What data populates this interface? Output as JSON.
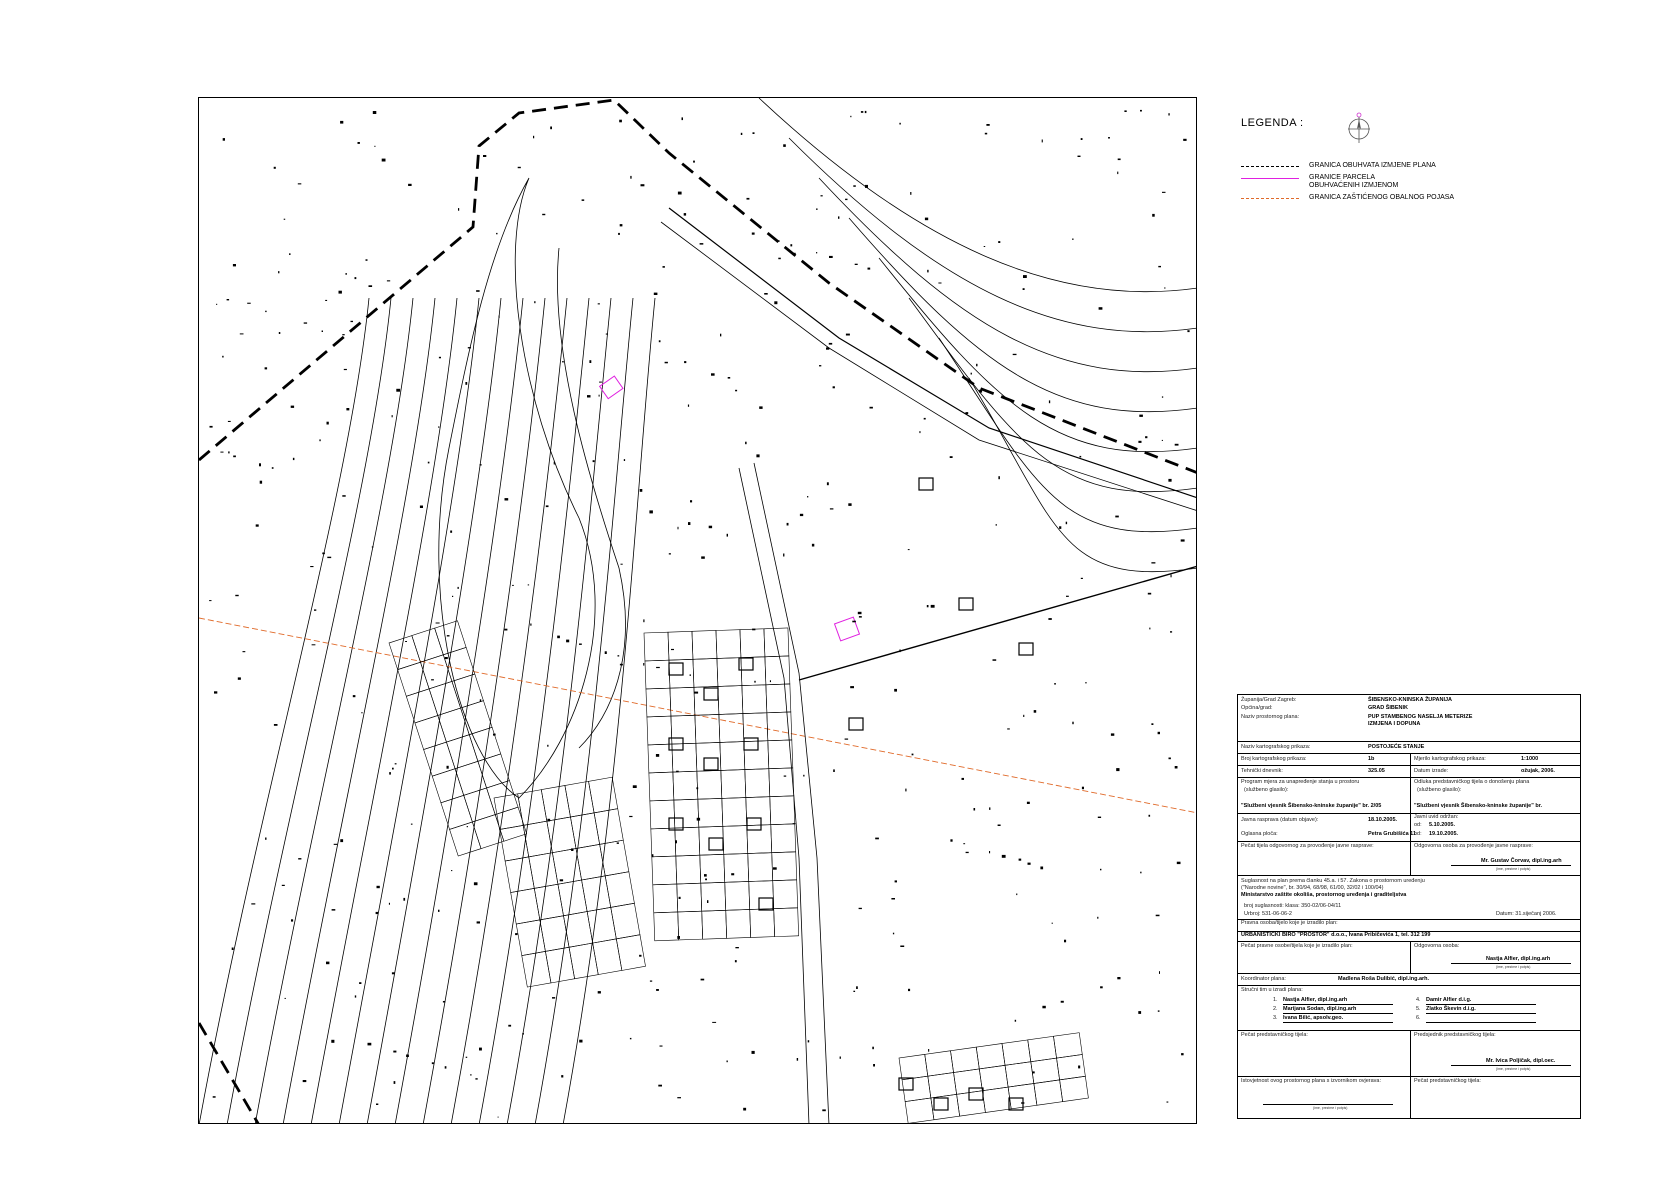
{
  "legend": {
    "title": "LEGENDA :",
    "items": [
      {
        "label": "GRANICA OBUHVATA IZMJENE PLANA",
        "label2": "",
        "color": "#000000"
      },
      {
        "label": "GRANICE PARCELA",
        "label2": "OBUHVAĆENIH IZMJENOM",
        "color": "#e020e0"
      },
      {
        "label": "GRANICA ZAŠTIĆENOG OBALNOG POJASA",
        "label2": "",
        "color": "#e06a2a"
      }
    ]
  },
  "title_block": {
    "zupanija_label": "Županija/Grad Zagreb:",
    "zupanija_value": "ŠIBENSKO-KNINSKA ŽUPANIJA",
    "opcina_label": "Općina/grad:",
    "opcina_value": "GRAD ŠIBENIK",
    "naziv_plana_label": "Naziv prostornog plana:",
    "naziv_plana_value1": "PUP STAMBENOG NASELJA METERIZE",
    "naziv_plana_value2": "IZMJENA I DOPUNA",
    "naziv_prikaza_label": "Naziv kartografskog prikaza:",
    "naziv_prikaza_value": "POSTOJEĆE STANJE",
    "broj_prikaza_label": "Broj kartografskog prikaza:",
    "broj_prikaza_value": "1b",
    "mjerilo_label": "Mjerilo kartografskog prikaza:",
    "mjerilo_value": "1:1000",
    "tehnicki_label": "Tehnički dnevnik:",
    "tehnicki_value": "325.05",
    "datum_izrade_label": "Datum izrade:",
    "datum_izrade_value": "ožujak, 2006.",
    "program_label": "Program mjera za unapređenje stanja u prostoru",
    "program_sub": "(službeno glasilo):",
    "program_value": "\"Službeni vjesnik Šibensko-kninske županije\" br. 2/05",
    "odluka_label": "Odluka predstavničkog tijela o donošenju plana",
    "odluka_sub": "(službeno glasilo):",
    "odluka_value": "\"Službeni vjesnik Šibensko-kninske županije\" br.",
    "javna_label": "Javna rasprava (datum objave):",
    "javna_value": "18.10.2005.",
    "javni_uvid_label": "Javni uvid održan:",
    "od_label": "od:",
    "od_value": "5.10.2005.",
    "do_label": "od:",
    "do_value": "19.10.2005.",
    "oglasna_label": "Oglasna ploča:",
    "oglasna_value": "Petra Grubišića 11",
    "pecat_javne_label": "Pečat tijela odgovornog za provođenje javne rasprave:",
    "odgovorna_javne_label": "Odgovorna osoba za provođenje javne rasprave:",
    "odgovorna_javne_value": "Mr. Gustav Čorvav, dipl.ing.arh",
    "ime_potpis": "(ime, prezime i potpis)",
    "suglasnost_line1": "Suglasnost na plan prema članku 45.a. i 57. Zakona o prostornom uređenju",
    "suglasnost_line2": "(\"Narodne novine\", br. 30/94, 68/98, 61/00, 32/02 i 100/04)",
    "suglasnost_line3": "Ministarstvo zaštite okoliša, prostornog uređenja i graditeljstva",
    "suglasnost_klasa": "broj suglasnosti: klasa: 350-02/06-04/11",
    "suglasnost_urbroj": "Urbroj: 531-06-06-2",
    "suglasnost_datum": "Datum: 31.siječanj 2006.",
    "izradio_label": "Pravna osoba/tijelo koje je izradilo plan:",
    "izradio_value": "URBANISTIČKI BIRO \"PROSTOR\" d.o.o., Ivana Pribičevića 1, tel. 312 199",
    "pecat_izradio_label": "Pečat pravne osobe/tijela koje je izradilo plan:",
    "odgovorna_osoba_label": "Odgovorna osoba:",
    "odgovorna_osoba_value": "Nastja Alfier, dipl.ing.arh",
    "koordinator_label": "Koordinator plana:",
    "koordinator_value": "Madlena Roša Dulibić, dipl.ing.arh.",
    "strucni_label": "Stručni tim u izradi plana:",
    "tim": [
      {
        "n": "1.",
        "name": "Nastja Alfier, dipl.ing.arh"
      },
      {
        "n": "2.",
        "name": "Marijana Sodan, dipl.ing.arh"
      },
      {
        "n": "3.",
        "name": "Ivana Bilić, apsolv.geo."
      },
      {
        "n": "4.",
        "name": "Damir Alfier d.i.g."
      },
      {
        "n": "5.",
        "name": "Zlatko Škevin d.i.g."
      },
      {
        "n": "6.",
        "name": ""
      }
    ],
    "pecat_predstavnickog_label": "Pečat predstavničkog tijela:",
    "predsjednik_label": "Predsjednik predstavničkog tijela:",
    "predsjednik_value": "Mr. Ivica Poljičak, dipl.oec.",
    "istovjetnost_label": "Istovjetnost ovog prostornog plana s izvornikom ovjerava:",
    "pecat_predstavnickog2_label": "Pečat predstavničkog tijela:"
  }
}
